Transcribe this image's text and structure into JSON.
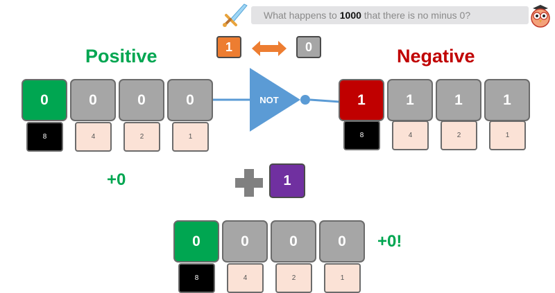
{
  "question": {
    "prefix": "What happens to ",
    "bold": "1000",
    "suffix": " that there is no minus 0?"
  },
  "swap": {
    "left": "1",
    "right": "0"
  },
  "positive": {
    "title": "Positive",
    "bits": [
      "0",
      "0",
      "0",
      "0"
    ],
    "weights": [
      "8",
      "4",
      "2",
      "1"
    ],
    "sign_label": "+0"
  },
  "negative": {
    "title": "Negative",
    "bits": [
      "1",
      "1",
      "1",
      "1"
    ],
    "weights": [
      "8",
      "4",
      "2",
      "1"
    ]
  },
  "gate": {
    "label": "NOT"
  },
  "add": {
    "value": "1"
  },
  "result": {
    "bits": [
      "0",
      "0",
      "0",
      "0"
    ],
    "weights": [
      "8",
      "4",
      "2",
      "1"
    ],
    "label": "+0!"
  },
  "colors": {
    "green": "#00a651",
    "red": "#c00000",
    "gray": "#a6a6a6",
    "orange": "#ed7d31",
    "purple": "#7030a0",
    "blue": "#5b9bd5"
  }
}
